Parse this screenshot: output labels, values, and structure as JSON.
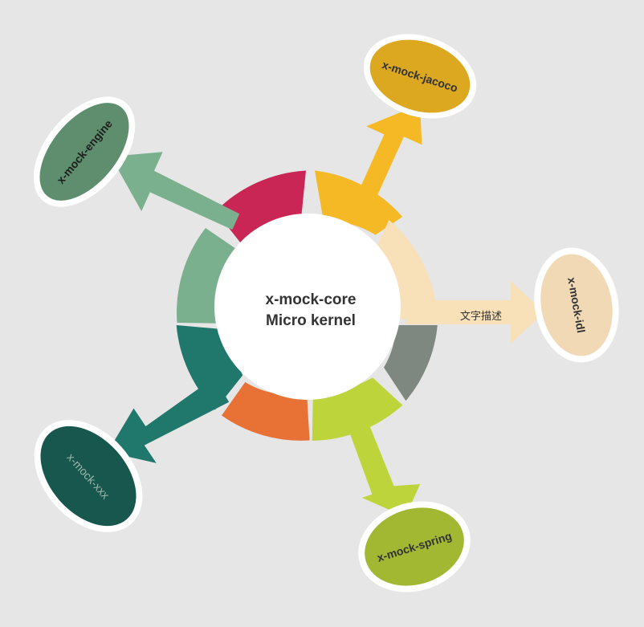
{
  "core": {
    "title_line1": "x-mock-core",
    "title_line2": "Micro kernel"
  },
  "modules": {
    "jacoco": {
      "label": "x-mock-jacoco",
      "color": "#dca820",
      "text_color": "#333333"
    },
    "engine": {
      "label": "x-mock-engine",
      "color": "#5e8e6e",
      "text_color": "#1e1e1e"
    },
    "idl": {
      "label": "x-mock-idl",
      "color": "#f2d9b6",
      "text_color": "#333333"
    },
    "xxx": {
      "label": "x-mock-xxx",
      "color": "#17574d",
      "text_color": "#9fb8b0"
    },
    "spring": {
      "label": "x-mock-spring",
      "color": "#a2b832",
      "text_color": "#333333"
    }
  },
  "arrows": {
    "idl_caption": "文字描述"
  },
  "palette": {
    "crimson": "#c92656",
    "amber": "#f6b926",
    "peach": "#f8e0b8",
    "gray": "#7f8880",
    "lime": "#bdd53a",
    "orange": "#e87136",
    "teal": "#20786c",
    "sage": "#7ab08e"
  }
}
